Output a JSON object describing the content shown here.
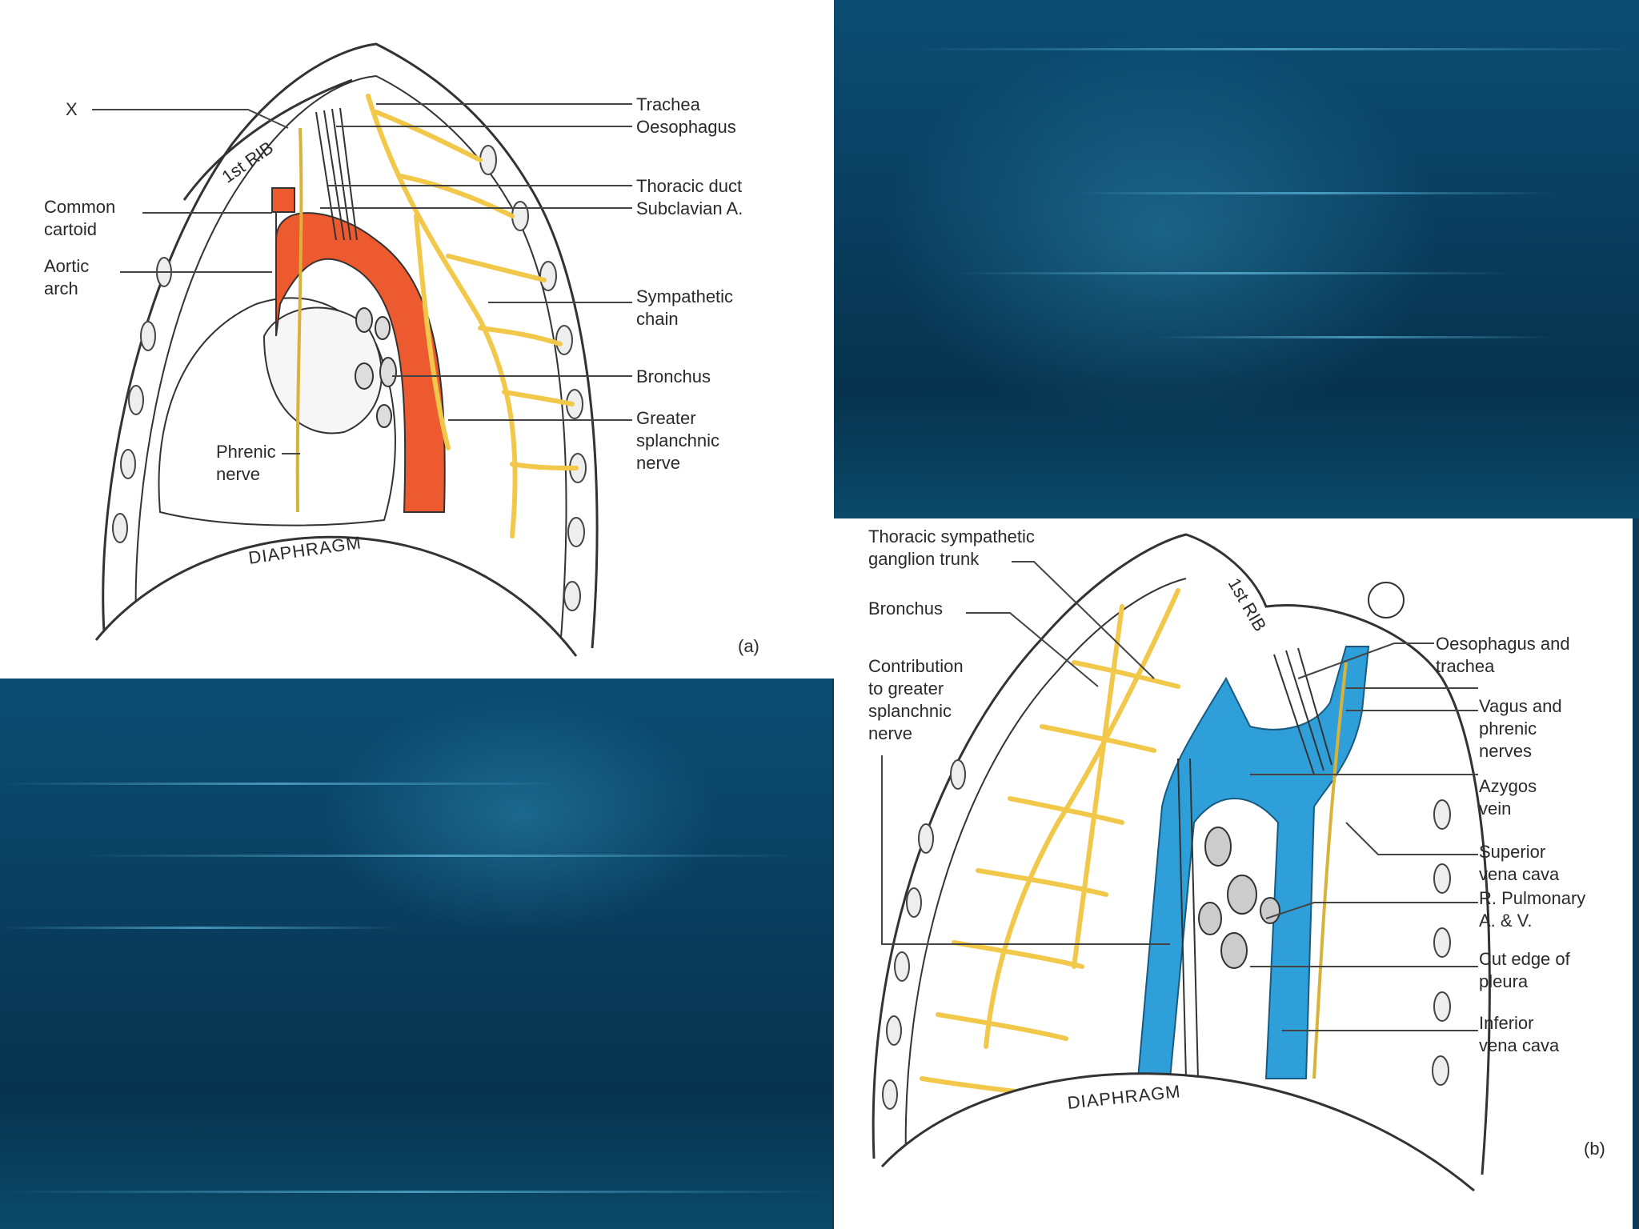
{
  "figure_a": {
    "x_label": "X",
    "common_carotid": [
      "Common",
      "cartoid"
    ],
    "aortic_arch": [
      "Aortic",
      "arch"
    ],
    "phrenic_nerve": [
      "Phrenic",
      "nerve"
    ],
    "first_rib": "1st RIB",
    "diaphragm": "DIAPHRAGM",
    "trachea": "Trachea",
    "oesophagus": "Oesophagus",
    "thoracic_duct": "Thoracic duct",
    "subclavian": "Subclavian A.",
    "sympathetic_chain": [
      "Sympathetic",
      "chain"
    ],
    "bronchus": "Bronchus",
    "greater_splanchnic": [
      "Greater",
      "splanchnic",
      "nerve"
    ],
    "panel_letter": "(a)"
  },
  "figure_b": {
    "thoracic_sympathetic": [
      "Thoracic sympathetic",
      "ganglion trunk"
    ],
    "bronchus": "Bronchus",
    "contribution": [
      "Contribution",
      "to greater",
      "splanchnic",
      "nerve"
    ],
    "first_rib": "1st RIB",
    "oesophagus_trachea": [
      "Oesophagus and",
      "trachea"
    ],
    "vagus_phrenic": [
      "Vagus and",
      "phrenic",
      "nerves"
    ],
    "azygos": [
      "Azygos",
      "vein"
    ],
    "svc": [
      "Superior",
      "vena cava"
    ],
    "pulmonary": [
      "R. Pulmonary",
      "A. & V."
    ],
    "cut_edge": [
      "Cut edge of",
      "pleura"
    ],
    "ivc": [
      "Inferior",
      "vena cava"
    ],
    "diaphragm": "DIAPHRAGM",
    "panel_letter": "(b)"
  },
  "colors": {
    "aorta": "#ee5a2f",
    "nerve": "#f2c84b",
    "vein": "#2e9fd8",
    "background": "#0a3f60"
  }
}
